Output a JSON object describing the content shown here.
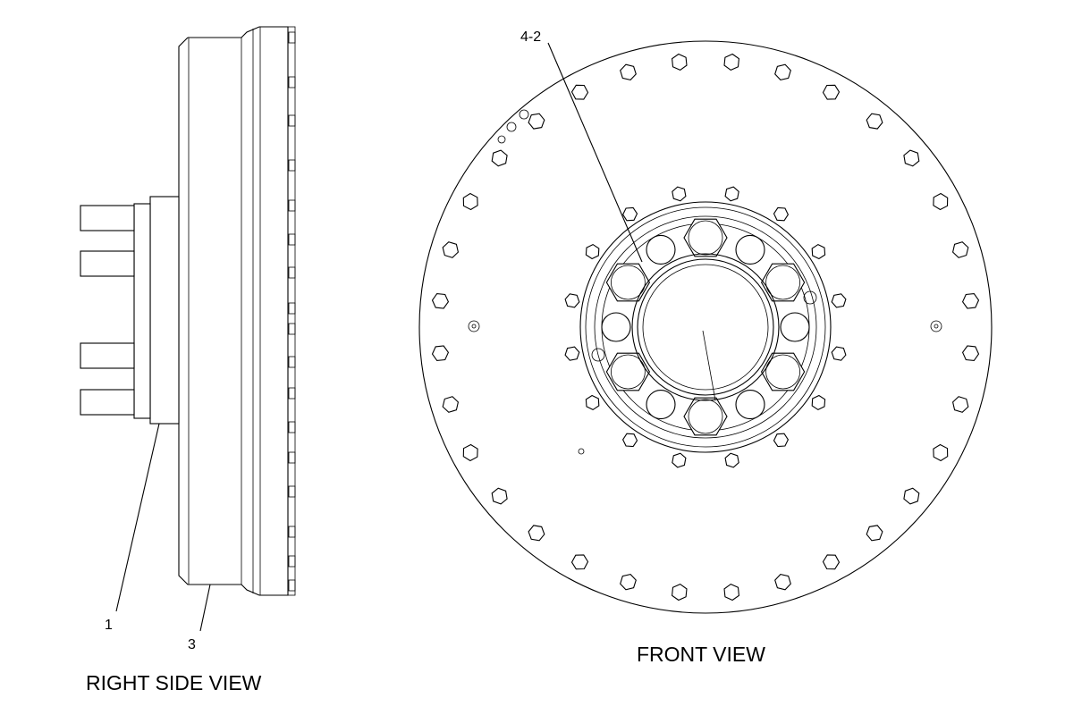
{
  "views": {
    "side_title": "RIGHT SIDE VIEW",
    "front_title": "FRONT VIEW"
  },
  "callouts": {
    "c1": "1",
    "c3": "3",
    "c42": "4-2"
  },
  "counts": {
    "outer_bolts": 32,
    "hub_large_bolts": 6,
    "hub_holes": 6,
    "hub_ring_bolts": 16
  }
}
